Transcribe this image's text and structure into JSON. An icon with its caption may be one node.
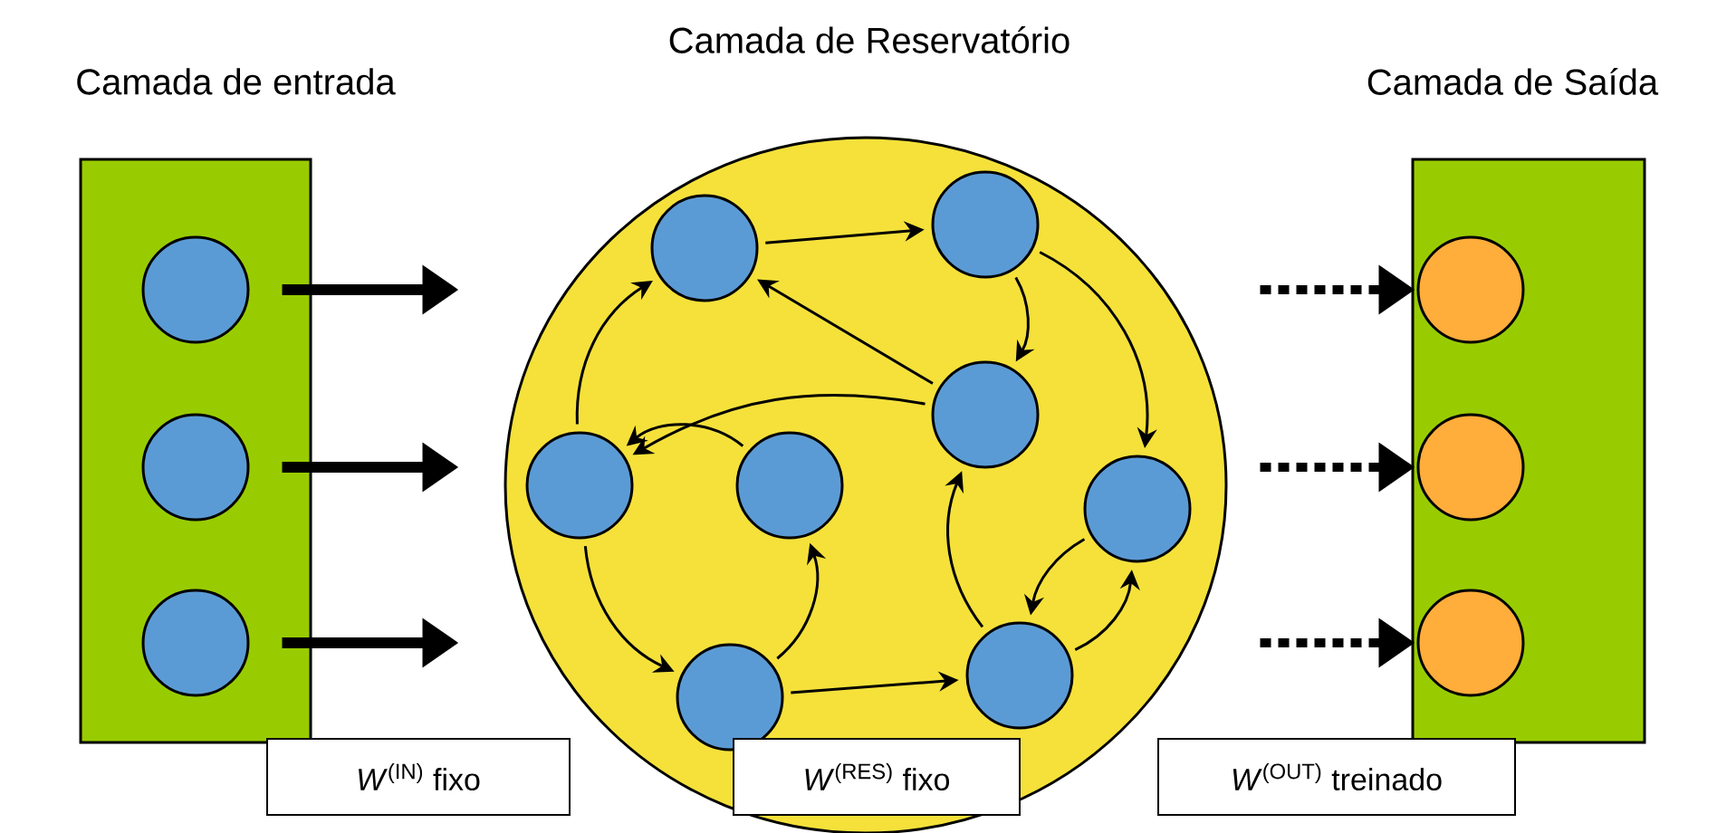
{
  "diagram": {
    "nodes": [
      {
        "text": [
          "Camada de entrada"
        ]
      },
      {
        "text": [],
        "shape": "circle",
        "in": 0
      },
      {
        "text": [],
        "shape": "circle",
        "in": 0
      },
      {
        "text": [],
        "shape": "circle",
        "in": 0
      },
      {
        "text": [
          "Camada de Reservatório"
        ]
      },
      {
        "text": [],
        "shape": "circle",
        "in": 4
      },
      {
        "text": [],
        "shape": "circle",
        "in": 4
      },
      {
        "text": [],
        "shape": "circle",
        "in": 4
      },
      {
        "text": [],
        "shape": "circle",
        "in": 4
      },
      {
        "text": [],
        "shape": "circle",
        "in": 4
      },
      {
        "text": [],
        "shape": "circle",
        "in": 4
      },
      {
        "text": [],
        "shape": "circle",
        "in": 4
      },
      {
        "text": [],
        "shape": "circle",
        "in": 4
      },
      {
        "text": [
          "Camada de Saída"
        ]
      },
      {
        "text": [],
        "shape": "circle",
        "in": 13
      },
      {
        "text": [],
        "shape": "circle",
        "in": 13
      },
      {
        "text": [],
        "shape": "circle",
        "in": 13
      },
      {
        "text": [
          "*W*$^{(IN)}$ fixo"
        ]
      },
      {
        "text": [
          "*W*$^{(RES)}$ fixo"
        ],
        "in": 4
      },
      {
        "text": [
          "*W*$^{(OUT)}$ treinado"
        ]
      }
    ],
    "edges": [
      {
        "from": 1,
        "to": 4,
        "arrow": "to",
        "style": "thick"
      },
      {
        "from": 2,
        "to": 4,
        "arrow": "to",
        "style": "thick"
      },
      {
        "from": 3,
        "to": 4,
        "arrow": "to",
        "style": "thick"
      },
      {
        "from": 4,
        "to": 14,
        "arrow": "to",
        "style": "dashed"
      },
      {
        "from": 4,
        "to": 15,
        "arrow": "to",
        "style": "dashed"
      },
      {
        "from": 4,
        "to": 16,
        "arrow": "to",
        "style": "dashed"
      },
      {
        "from": 5,
        "to": 6,
        "arrow": "to"
      },
      {
        "from": 6,
        "to": 7,
        "arrow": "to"
      },
      {
        "from": 6,
        "to": 10,
        "arrow": "to"
      },
      {
        "from": 7,
        "to": 5,
        "arrow": "to"
      },
      {
        "from": 7,
        "to": 8,
        "arrow": "to"
      },
      {
        "from": 9,
        "to": 8,
        "arrow": "to"
      },
      {
        "from": 8,
        "to": 5,
        "arrow": "to"
      },
      {
        "from": 8,
        "to": 12,
        "arrow": "to"
      },
      {
        "from": 12,
        "to": 9,
        "arrow": "to"
      },
      {
        "from": 12,
        "to": 11,
        "arrow": "to"
      },
      {
        "from": 11,
        "to": 7,
        "arrow": "to"
      },
      {
        "from": 10,
        "to": 11,
        "arrow": "to"
      },
      {
        "from": 11,
        "to": 10,
        "arrow": "to"
      }
    ]
  }
}
